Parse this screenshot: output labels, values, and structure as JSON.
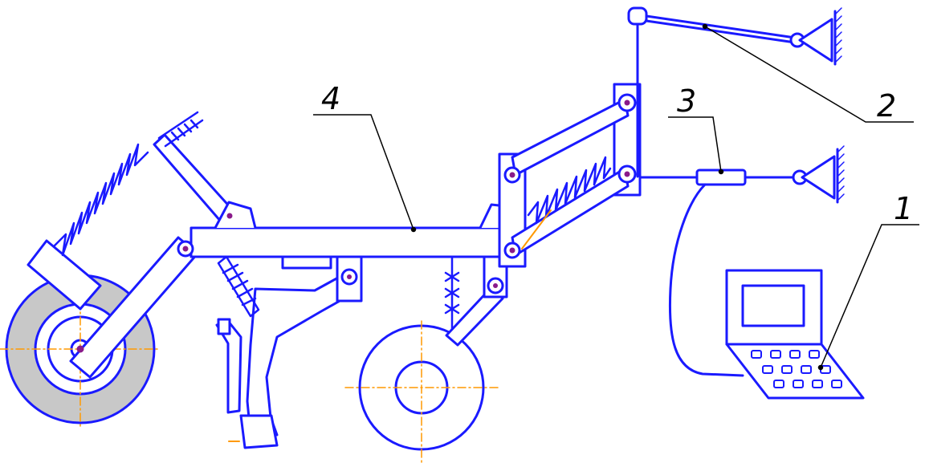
{
  "colors": {
    "line": "#1a1aff",
    "tire": "#c8c8c8",
    "center": "#ff9900",
    "leader": "#000000",
    "hole": "#8a1a8a",
    "background": "#ffffff"
  },
  "callouts": {
    "laptop": "1",
    "brace": "2",
    "sensor": "3",
    "frame": "4"
  }
}
